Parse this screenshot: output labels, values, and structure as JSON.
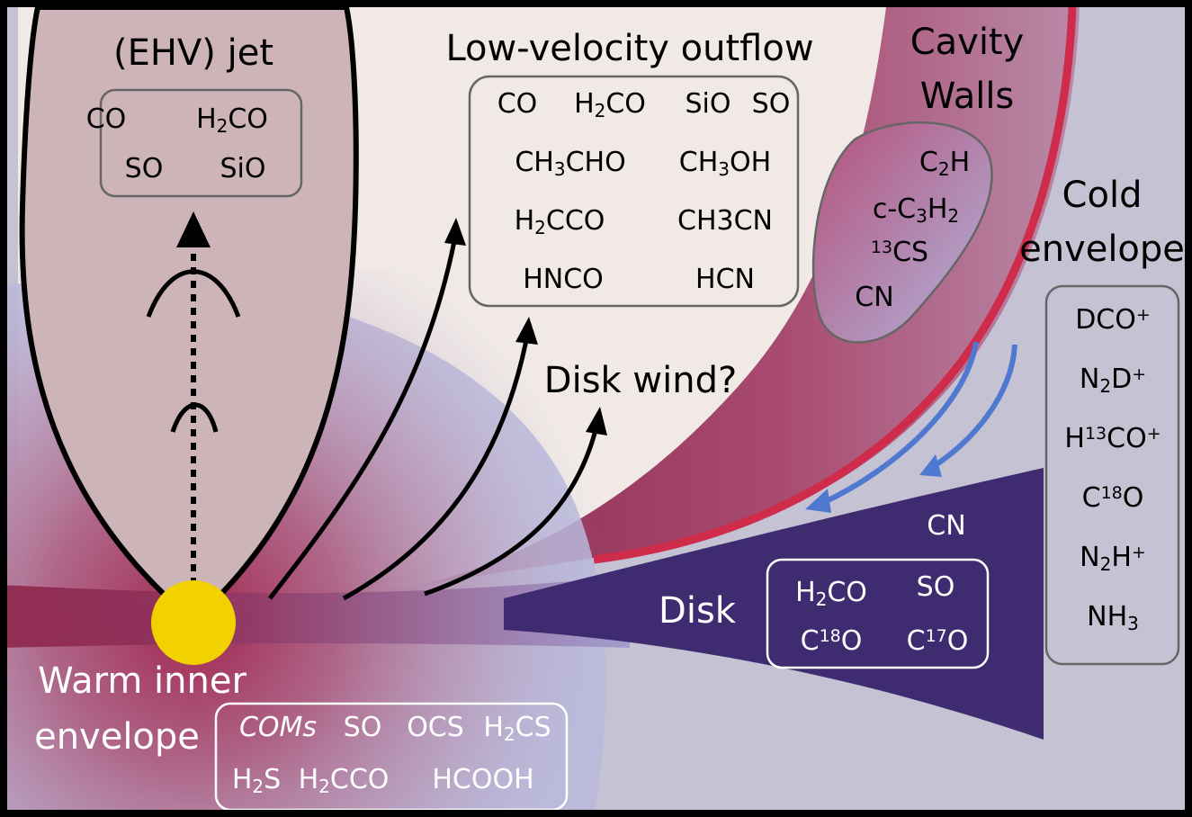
{
  "regions": {
    "jet": {
      "title": "(EHV) jet",
      "molecules": [
        [
          {
            "t": "CO"
          }
        ],
        [
          {
            "t": "H"
          },
          {
            "t": "2",
            "sub": true
          },
          {
            "t": "CO"
          }
        ],
        [
          {
            "t": "SO"
          }
        ],
        [
          {
            "t": "SiO"
          }
        ]
      ]
    },
    "outflow": {
      "title": "Low-velocity outflow",
      "molecules": [
        [
          {
            "t": "CO"
          }
        ],
        [
          {
            "t": "H"
          },
          {
            "t": "2",
            "sub": true
          },
          {
            "t": "CO"
          }
        ],
        [
          {
            "t": "SiO"
          }
        ],
        [
          {
            "t": "SO"
          }
        ],
        [
          {
            "t": "CH"
          },
          {
            "t": "3",
            "sub": true
          },
          {
            "t": "CHO"
          }
        ],
        [
          {
            "t": "CH"
          },
          {
            "t": "3",
            "sub": true
          },
          {
            "t": "OH"
          }
        ],
        [
          {
            "t": "H"
          },
          {
            "t": "2",
            "sub": true
          },
          {
            "t": "CCO"
          }
        ],
        [
          {
            "t": "CH3CN"
          }
        ],
        [
          {
            "t": "HNCO"
          }
        ],
        [
          {
            "t": "HCN"
          }
        ]
      ]
    },
    "cavity": {
      "title_lines": [
        "Cavity",
        "Walls"
      ],
      "molecules": [
        [
          {
            "t": "C"
          },
          {
            "t": "2",
            "sub": true
          },
          {
            "t": "H"
          }
        ],
        [
          {
            "t": "c-C"
          },
          {
            "t": "3",
            "sub": true
          },
          {
            "t": "H"
          },
          {
            "t": "2",
            "sub": true
          }
        ],
        [
          {
            "t": "13",
            "sup": true
          },
          {
            "t": "CS"
          }
        ],
        [
          {
            "t": "CN"
          }
        ]
      ]
    },
    "cold_envelope": {
      "title_lines": [
        "Cold",
        "envelope"
      ],
      "molecules": [
        [
          {
            "t": "DCO"
          },
          {
            "t": "+",
            "sup": true
          }
        ],
        [
          {
            "t": "N"
          },
          {
            "t": "2",
            "sub": true
          },
          {
            "t": "D"
          },
          {
            "t": "+",
            "sup": true
          }
        ],
        [
          {
            "t": "H"
          },
          {
            "t": "13",
            "sup": true
          },
          {
            "t": "CO"
          },
          {
            "t": "+",
            "sup": true
          }
        ],
        [
          {
            "t": "C"
          },
          {
            "t": "18",
            "sup": true
          },
          {
            "t": "O"
          }
        ],
        [
          {
            "t": "N"
          },
          {
            "t": "2",
            "sub": true
          },
          {
            "t": "H"
          },
          {
            "t": "+",
            "sup": true
          }
        ],
        [
          {
            "t": "NH"
          },
          {
            "t": "3",
            "sub": true
          }
        ]
      ]
    },
    "disk_wind": {
      "title": "Disk wind?"
    },
    "disk": {
      "title": "Disk",
      "extra": [
        {
          "t": "CN"
        }
      ],
      "molecules": [
        [
          {
            "t": "H"
          },
          {
            "t": "2",
            "sub": true
          },
          {
            "t": "CO"
          }
        ],
        [
          {
            "t": "SO"
          }
        ],
        [
          {
            "t": "C"
          },
          {
            "t": "18",
            "sup": true
          },
          {
            "t": "O"
          }
        ],
        [
          {
            "t": "C"
          },
          {
            "t": "17",
            "sup": true
          },
          {
            "t": "O"
          }
        ]
      ]
    },
    "warm_envelope": {
      "title_lines": [
        "Warm inner",
        "envelope"
      ],
      "molecules": [
        [
          {
            "t": "COMs",
            "italic": true
          }
        ],
        [
          {
            "t": "SO"
          }
        ],
        [
          {
            "t": "OCS"
          }
        ],
        [
          {
            "t": "H"
          },
          {
            "t": "2",
            "sub": true
          },
          {
            "t": "CS"
          }
        ],
        [
          {
            "t": "H"
          },
          {
            "t": "2",
            "sub": true
          },
          {
            "t": "S"
          }
        ],
        [
          {
            "t": "H"
          },
          {
            "t": "2",
            "sub": true
          },
          {
            "t": "CCO"
          }
        ],
        [
          {
            "t": "HCOOH"
          }
        ]
      ]
    }
  },
  "colors": {
    "background": "#c5c2d3",
    "outflow_cavity": "#f0e9e6",
    "jet_fill": "#cdb4b8",
    "cavity_wall": "#a24060",
    "cavity_edge": "#cf2b4a",
    "envelope_dome": "#b9b8db",
    "disk": "#3f2c70",
    "protostar": "#f2d100",
    "infall_arrows": "#4f78d0",
    "outline": "#000000",
    "box_dark": "#666666",
    "box_light": "#ffffff"
  }
}
